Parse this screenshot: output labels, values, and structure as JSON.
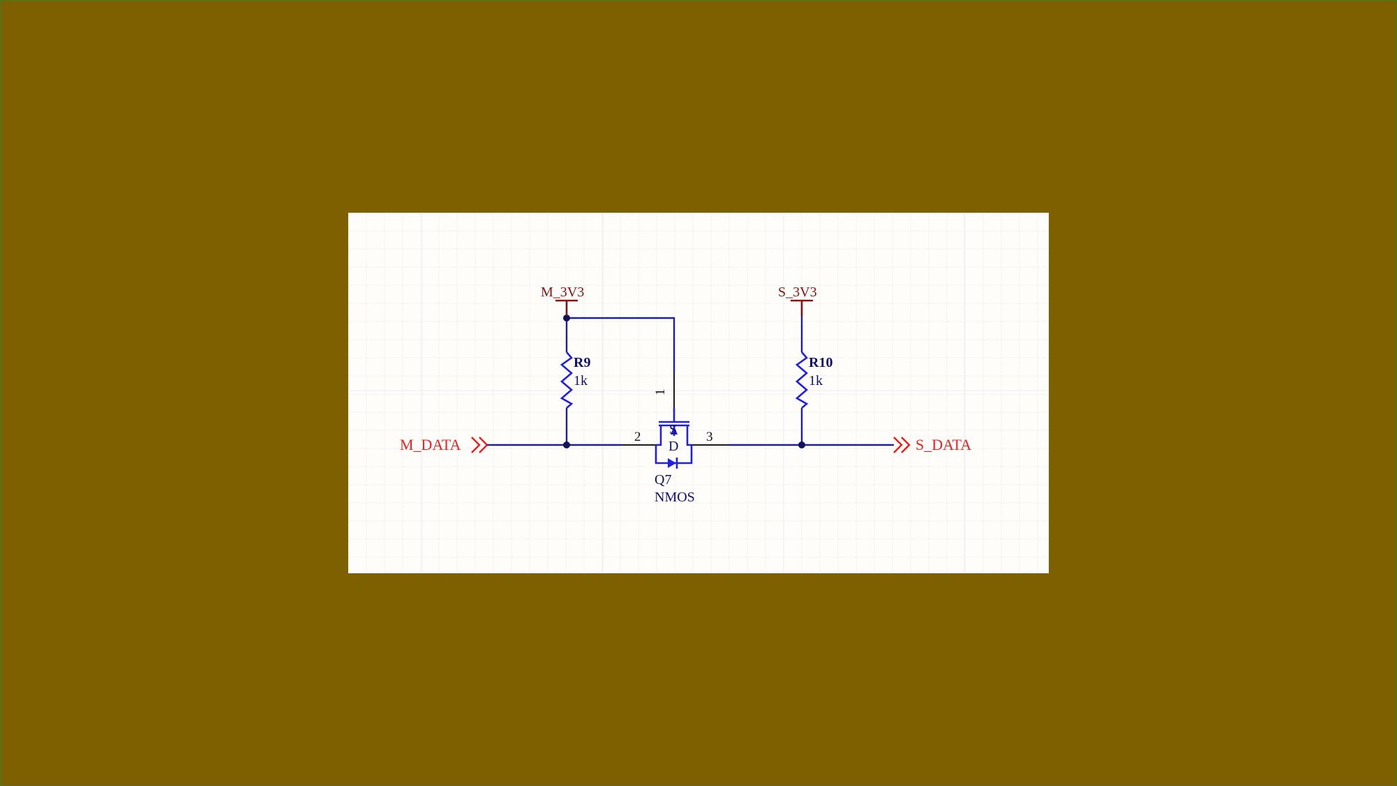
{
  "schematic": {
    "ports": {
      "left": "M_DATA",
      "right": "S_DATA"
    },
    "power": {
      "left": "M_3V3",
      "right": "S_3V3"
    },
    "resistors": [
      {
        "designator": "R9",
        "value": "1k"
      },
      {
        "designator": "R10",
        "value": "1k"
      }
    ],
    "mosfet": {
      "designator": "Q7",
      "value": "NMOS",
      "pin_gate": "1",
      "pin_source": "2",
      "pin_drain": "3",
      "label_s": "S",
      "label_d": "D"
    }
  },
  "colors": {
    "background": "#7e6000",
    "sheet": "#fffdf9",
    "wire": "#1b1fa6",
    "component": "#1f1fe6",
    "port": "#ee1b1b",
    "power": "#8b1010"
  }
}
